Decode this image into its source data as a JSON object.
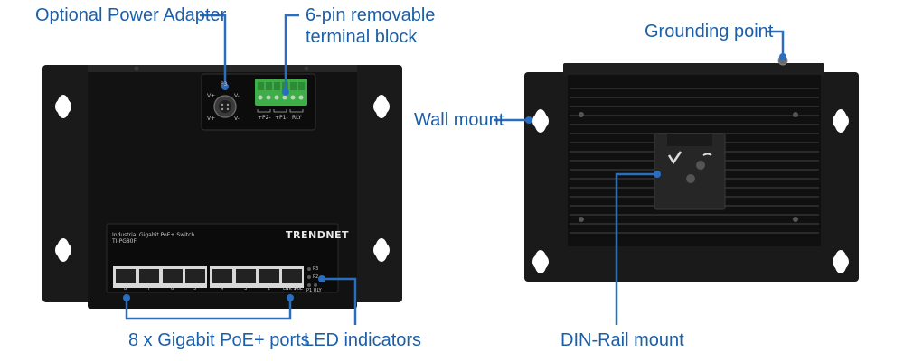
{
  "callouts": {
    "power_adapter": "Optional Power Adapter",
    "terminal_block_line1": "6-pin removable",
    "terminal_block_line2": "terminal block",
    "poe_ports": "8 x Gigabit PoE+ ports",
    "led_indicators": "LED indicators",
    "grounding_point": "Grounding point",
    "wall_mount": "Wall mount",
    "din_rail_mount": "DIN-Rail mount"
  },
  "device_front": {
    "brand": "TRENDNET",
    "model_line1": "Industrial Gigabit PoE+ Switch",
    "model_line2": "TI-PG80F",
    "power_port_label": "P3",
    "terminal_labels": [
      "+P2-",
      "+P1-",
      "RLY"
    ],
    "port_numbers": [
      "8",
      "7",
      "6",
      "5",
      "4",
      "3",
      "2",
      "LNK 1"
    ],
    "poe_label": "PoE",
    "led_labels": [
      "P3",
      "P2",
      "P1",
      "RLY"
    ],
    "power_pins": [
      "V+",
      "V-",
      "V+",
      "V-"
    ]
  },
  "colors": {
    "callout_blue": "#1c5fa8",
    "device_black": "#141414",
    "terminal_green": "#3fae49"
  }
}
